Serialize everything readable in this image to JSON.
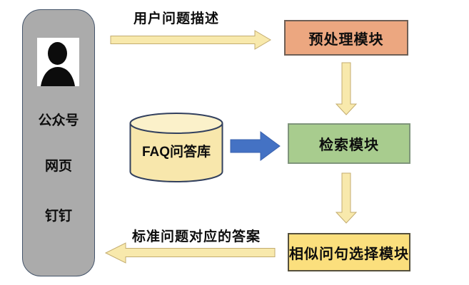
{
  "source_panel": {
    "channels": [
      "公众号",
      "网页",
      "钉钉"
    ],
    "fill": "#ababab",
    "border": "#44546a"
  },
  "labels": {
    "user_question": "用户问题描述",
    "answer": "标准问题对应的答案"
  },
  "modules": {
    "preprocess": {
      "label": "预处理模块",
      "fill": "#eca780",
      "border": "#6e5f55"
    },
    "retrieval": {
      "label": "检索模块",
      "fill": "#a8cc8e",
      "border": "#7f957b"
    },
    "similar": {
      "label": "相似问句选择模块",
      "fill": "#fbdf7d",
      "border": "#55503c"
    }
  },
  "database": {
    "label": "FAQ问答库",
    "body_fill": "#f8e7ac",
    "top_fill": "#fbf1ca",
    "border": "#32405e"
  },
  "arrows": {
    "flow_fill": "#f8e9ac",
    "flow_stroke": "#c3ac6f",
    "db_fill": "#4472c4",
    "db_stroke": "#3a62ae"
  },
  "icon": {
    "user": "user-silhouette"
  }
}
